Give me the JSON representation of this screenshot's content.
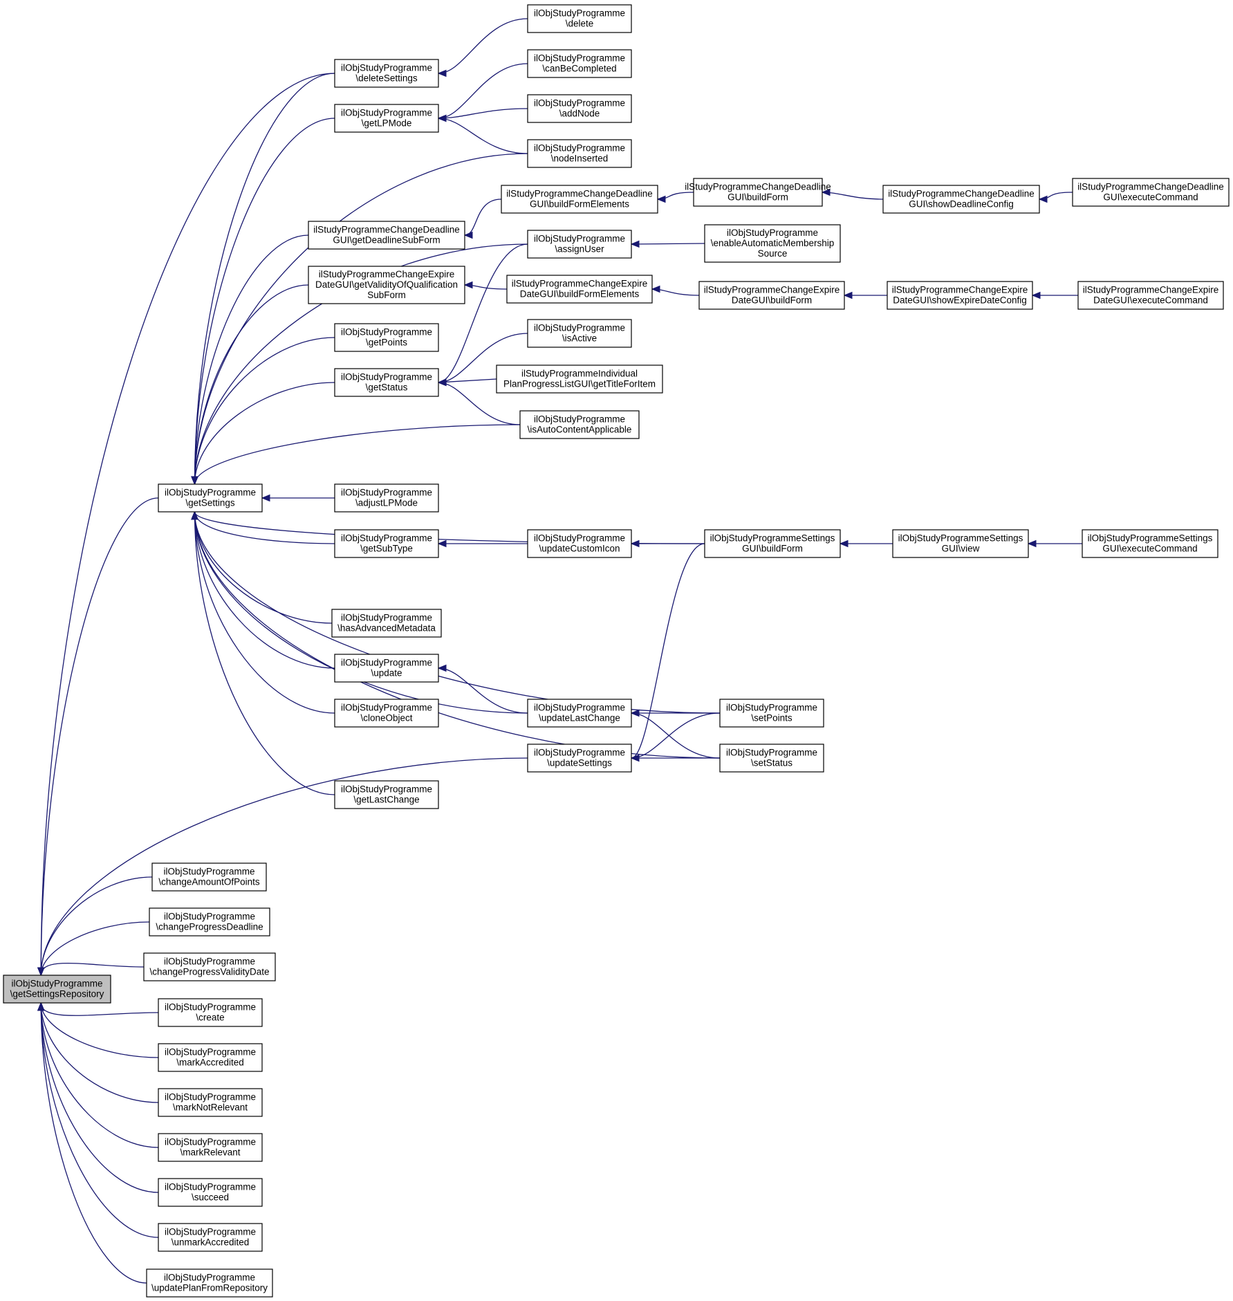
{
  "colors": {
    "edge": "#191970",
    "root_fill": "#bfbfbf",
    "node_fill": "#ffffff",
    "border": "#000000"
  },
  "nodes": [
    {
      "id": "root",
      "lines": [
        "ilObjStudyProgramme",
        "\\getSettingsRepository"
      ]
    },
    {
      "id": "getSettings",
      "lines": [
        "ilObjStudyProgramme",
        "\\getSettings"
      ]
    },
    {
      "id": "deleteSettings",
      "lines": [
        "ilObjStudyProgramme",
        "\\deleteSettings"
      ]
    },
    {
      "id": "getLPMode",
      "lines": [
        "ilObjStudyProgramme",
        "\\getLPMode"
      ]
    },
    {
      "id": "cdGetDeadlineSubForm",
      "lines": [
        "ilStudyProgrammeChangeDeadline",
        "GUI\\getDeadlineSubForm"
      ]
    },
    {
      "id": "ceGetValidity",
      "lines": [
        "ilStudyProgrammeChangeExpire",
        "DateGUI\\getValidityOfQualification",
        "SubForm"
      ]
    },
    {
      "id": "getPoints",
      "lines": [
        "ilObjStudyProgramme",
        "\\getPoints"
      ]
    },
    {
      "id": "getStatus",
      "lines": [
        "ilObjStudyProgramme",
        "\\getStatus"
      ]
    },
    {
      "id": "adjustLPMode",
      "lines": [
        "ilObjStudyProgramme",
        "\\adjustLPMode"
      ]
    },
    {
      "id": "getSubType",
      "lines": [
        "ilObjStudyProgramme",
        "\\getSubType"
      ]
    },
    {
      "id": "hasAdvancedMetadata",
      "lines": [
        "ilObjStudyProgramme",
        "\\hasAdvancedMetadata"
      ]
    },
    {
      "id": "update",
      "lines": [
        "ilObjStudyProgramme",
        "\\update"
      ]
    },
    {
      "id": "cloneObject",
      "lines": [
        "ilObjStudyProgramme",
        "\\cloneObject"
      ]
    },
    {
      "id": "getLastChange",
      "lines": [
        "ilObjStudyProgramme",
        "\\getLastChange"
      ]
    },
    {
      "id": "delete",
      "lines": [
        "ilObjStudyProgramme",
        "\\delete"
      ]
    },
    {
      "id": "canBeCompleted",
      "lines": [
        "ilObjStudyProgramme",
        "\\canBeCompleted"
      ]
    },
    {
      "id": "addNode",
      "lines": [
        "ilObjStudyProgramme",
        "\\addNode"
      ]
    },
    {
      "id": "nodeInserted",
      "lines": [
        "ilObjStudyProgramme",
        "\\nodeInserted"
      ]
    },
    {
      "id": "cdBuildFormElements",
      "lines": [
        "ilStudyProgrammeChangeDeadline",
        "GUI\\buildFormElements"
      ]
    },
    {
      "id": "assignUser",
      "lines": [
        "ilObjStudyProgramme",
        "\\assignUser"
      ]
    },
    {
      "id": "ceBuildFormElements",
      "lines": [
        "ilStudyProgrammeChangeExpire",
        "DateGUI\\buildFormElements"
      ]
    },
    {
      "id": "isActive",
      "lines": [
        "ilObjStudyProgramme",
        "\\isActive"
      ]
    },
    {
      "id": "individualPlan",
      "lines": [
        "ilStudyProgrammeIndividual",
        "PlanProgressListGUI\\getTitleForItem"
      ]
    },
    {
      "id": "isAutoContent",
      "lines": [
        "ilObjStudyProgramme",
        "\\isAutoContentApplicable"
      ]
    },
    {
      "id": "updateCustomIcon",
      "lines": [
        "ilObjStudyProgramme",
        "\\updateCustomIcon"
      ]
    },
    {
      "id": "updateLastChange",
      "lines": [
        "ilObjStudyProgramme",
        "\\updateLastChange"
      ]
    },
    {
      "id": "updateSettings",
      "lines": [
        "ilObjStudyProgramme",
        "\\updateSettings"
      ]
    },
    {
      "id": "cdBuildForm",
      "lines": [
        "ilStudyProgrammeChangeDeadline",
        "GUI\\buildForm"
      ]
    },
    {
      "id": "enableAutoMembership",
      "lines": [
        "ilObjStudyProgramme",
        "\\enableAutomaticMembership",
        "Source"
      ]
    },
    {
      "id": "ceBuildForm",
      "lines": [
        "ilStudyProgrammeChangeExpire",
        "DateGUI\\buildForm"
      ]
    },
    {
      "id": "settingsBuildForm",
      "lines": [
        "ilObjStudyProgrammeSettings",
        "GUI\\buildForm"
      ]
    },
    {
      "id": "setPoints",
      "lines": [
        "ilObjStudyProgramme",
        "\\setPoints"
      ]
    },
    {
      "id": "setStatus",
      "lines": [
        "ilObjStudyProgramme",
        "\\setStatus"
      ]
    },
    {
      "id": "cdShowDeadlineConfig",
      "lines": [
        "ilStudyProgrammeChangeDeadline",
        "GUI\\showDeadlineConfig"
      ]
    },
    {
      "id": "ceShowExpireDateConfig",
      "lines": [
        "ilStudyProgrammeChangeExpire",
        "DateGUI\\showExpireDateConfig"
      ]
    },
    {
      "id": "settingsView",
      "lines": [
        "ilObjStudyProgrammeSettings",
        "GUI\\view"
      ]
    },
    {
      "id": "cdExecuteCommand",
      "lines": [
        "ilStudyProgrammeChangeDeadline",
        "GUI\\executeCommand"
      ]
    },
    {
      "id": "ceExecuteCommand",
      "lines": [
        "ilStudyProgrammeChangeExpire",
        "DateGUI\\executeCommand"
      ]
    },
    {
      "id": "settingsExecuteCommand",
      "lines": [
        "ilObjStudyProgrammeSettings",
        "GUI\\executeCommand"
      ]
    },
    {
      "id": "changeAmountOfPoints",
      "lines": [
        "ilObjStudyProgramme",
        "\\changeAmountOfPoints"
      ]
    },
    {
      "id": "changeProgressDeadline",
      "lines": [
        "ilObjStudyProgramme",
        "\\changeProgressDeadline"
      ]
    },
    {
      "id": "changeProgressValidityDate",
      "lines": [
        "ilObjStudyProgramme",
        "\\changeProgressValidityDate"
      ]
    },
    {
      "id": "create",
      "lines": [
        "ilObjStudyProgramme",
        "\\create"
      ]
    },
    {
      "id": "markAccredited",
      "lines": [
        "ilObjStudyProgramme",
        "\\markAccredited"
      ]
    },
    {
      "id": "markNotRelevant",
      "lines": [
        "ilObjStudyProgramme",
        "\\markNotRelevant"
      ]
    },
    {
      "id": "markRelevant",
      "lines": [
        "ilObjStudyProgramme",
        "\\markRelevant"
      ]
    },
    {
      "id": "succeed",
      "lines": [
        "ilObjStudyProgramme",
        "\\succeed"
      ]
    },
    {
      "id": "unmarkAccredited",
      "lines": [
        "ilObjStudyProgramme",
        "\\unmarkAccredited"
      ]
    },
    {
      "id": "updatePlanFromRepository",
      "lines": [
        "ilObjStudyProgramme",
        "\\updatePlanFromRepository"
      ]
    }
  ],
  "edges": [
    {
      "from": "deleteSettings",
      "to": "root"
    },
    {
      "from": "getSettings",
      "to": "root"
    },
    {
      "from": "updateSettings",
      "to": "root"
    },
    {
      "from": "changeAmountOfPoints",
      "to": "root"
    },
    {
      "from": "changeProgressDeadline",
      "to": "root"
    },
    {
      "from": "changeProgressValidityDate",
      "to": "root"
    },
    {
      "from": "create",
      "to": "root"
    },
    {
      "from": "markAccredited",
      "to": "root"
    },
    {
      "from": "markNotRelevant",
      "to": "root"
    },
    {
      "from": "markRelevant",
      "to": "root"
    },
    {
      "from": "succeed",
      "to": "root"
    },
    {
      "from": "unmarkAccredited",
      "to": "root"
    },
    {
      "from": "updatePlanFromRepository",
      "to": "root"
    },
    {
      "from": "deleteSettings",
      "to": "getSettings"
    },
    {
      "from": "getLPMode",
      "to": "getSettings"
    },
    {
      "from": "nodeInserted",
      "to": "getSettings"
    },
    {
      "from": "assignUser",
      "to": "getSettings"
    },
    {
      "from": "cdGetDeadlineSubForm",
      "to": "getSettings"
    },
    {
      "from": "ceGetValidity",
      "to": "getSettings"
    },
    {
      "from": "getPoints",
      "to": "getSettings"
    },
    {
      "from": "getStatus",
      "to": "getSettings"
    },
    {
      "from": "isAutoContent",
      "to": "getSettings"
    },
    {
      "from": "settingsBuildForm",
      "to": "getSettings"
    },
    {
      "from": "adjustLPMode",
      "to": "getSettings"
    },
    {
      "from": "getSubType",
      "to": "getSettings"
    },
    {
      "from": "setPoints",
      "to": "getSettings"
    },
    {
      "from": "hasAdvancedMetadata",
      "to": "getSettings"
    },
    {
      "from": "update",
      "to": "getSettings"
    },
    {
      "from": "cloneObject",
      "to": "getSettings"
    },
    {
      "from": "updateLastChange",
      "to": "getSettings"
    },
    {
      "from": "getLastChange",
      "to": "getSettings"
    },
    {
      "from": "setStatus",
      "to": "getSettings"
    },
    {
      "from": "delete",
      "to": "deleteSettings"
    },
    {
      "from": "canBeCompleted",
      "to": "getLPMode"
    },
    {
      "from": "addNode",
      "to": "getLPMode"
    },
    {
      "from": "nodeInserted",
      "to": "getLPMode"
    },
    {
      "from": "cdBuildFormElements",
      "to": "cdGetDeadlineSubForm"
    },
    {
      "from": "ceBuildFormElements",
      "to": "ceGetValidity"
    },
    {
      "from": "assignUser",
      "to": "getStatus"
    },
    {
      "from": "isActive",
      "to": "getStatus"
    },
    {
      "from": "individualPlan",
      "to": "getStatus"
    },
    {
      "from": "isAutoContent",
      "to": "getStatus"
    },
    {
      "from": "updateCustomIcon",
      "to": "getSubType"
    },
    {
      "from": "updateLastChange",
      "to": "update"
    },
    {
      "from": "cdBuildForm",
      "to": "cdBuildFormElements"
    },
    {
      "from": "enableAutoMembership",
      "to": "assignUser"
    },
    {
      "from": "ceBuildForm",
      "to": "ceBuildFormElements"
    },
    {
      "from": "settingsBuildForm",
      "to": "updateCustomIcon"
    },
    {
      "from": "setPoints",
      "to": "updateLastChange"
    },
    {
      "from": "setStatus",
      "to": "updateLastChange"
    },
    {
      "from": "settingsBuildForm",
      "to": "updateSettings"
    },
    {
      "from": "setPoints",
      "to": "updateSettings"
    },
    {
      "from": "setStatus",
      "to": "updateSettings"
    },
    {
      "from": "cdShowDeadlineConfig",
      "to": "cdBuildForm"
    },
    {
      "from": "ceShowExpireDateConfig",
      "to": "ceBuildForm"
    },
    {
      "from": "settingsView",
      "to": "settingsBuildForm"
    },
    {
      "from": "cdExecuteCommand",
      "to": "cdShowDeadlineConfig"
    },
    {
      "from": "ceExecuteCommand",
      "to": "ceShowExpireDateConfig"
    },
    {
      "from": "settingsExecuteCommand",
      "to": "settingsView"
    }
  ]
}
